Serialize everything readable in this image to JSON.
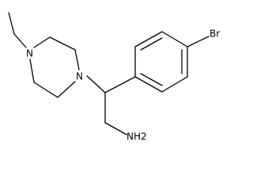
{
  "diagram": {
    "kind": "chemical-structure",
    "atom_labels": {
      "n_top": "N",
      "n_bottom": "N",
      "bromine": "Br",
      "amine": "NH2"
    },
    "colors": {
      "bond": "#000000",
      "label": "#000000",
      "background": "#ffffff"
    }
  }
}
